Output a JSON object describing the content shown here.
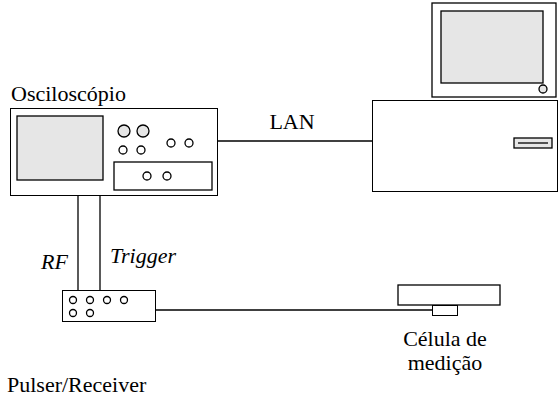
{
  "diagram": {
    "nodes": [
      {
        "text": [
          "Osciloscópio"
        ]
      },
      {
        "text": []
      },
      {
        "text": [
          "Pulser/Receiver"
        ]
      },
      {
        "text": [
          "Célula de medição"
        ]
      }
    ],
    "edges": [
      {
        "from": 0,
        "to": 1,
        "label": "LAN",
        "arrow": "none"
      },
      {
        "from": 2,
        "to": 0,
        "label": "RF",
        "arrow": "none"
      },
      {
        "from": 2,
        "to": 0,
        "label": "Trigger",
        "arrow": "none"
      },
      {
        "from": 2,
        "to": 3,
        "arrow": "none"
      }
    ]
  }
}
